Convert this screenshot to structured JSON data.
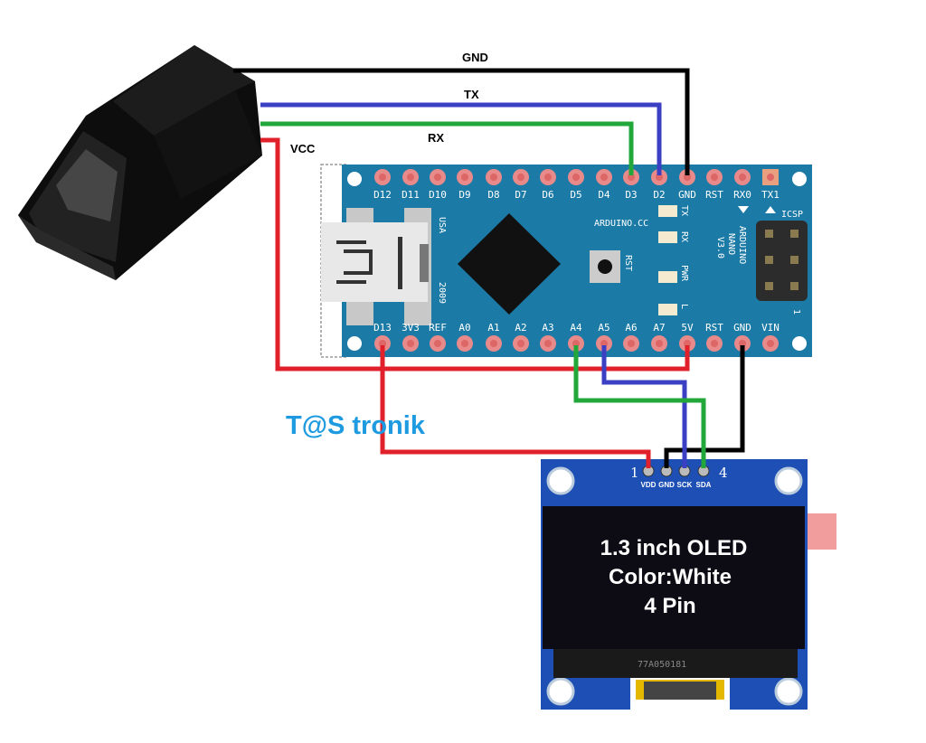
{
  "wires": {
    "gnd_label": "GND",
    "tx_label": "TX",
    "rx_label": "RX",
    "vcc_label": "VCC"
  },
  "arduino": {
    "top_pins": [
      "D12",
      "D11",
      "D10",
      "D9",
      "D8",
      "D7",
      "D6",
      "D5",
      "D4",
      "D3",
      "D2",
      "GND",
      "RST",
      "RX0",
      "TX1"
    ],
    "bottom_pins": [
      "D13",
      "3V3",
      "REF",
      "A0",
      "A1",
      "A2",
      "A3",
      "A4",
      "A5",
      "A6",
      "A7",
      "5V",
      "RST",
      "GND",
      "VIN"
    ],
    "site": "ARDUINO.CC",
    "usa": "USA",
    "year": "2009",
    "rst": "RST",
    "leds": [
      "TX",
      "RX",
      "PWR",
      "L"
    ],
    "model_lines": [
      "ARDUINO",
      "NANO",
      "V3.0"
    ],
    "icsp": "ICSP",
    "icsp_pin1": "1"
  },
  "oled": {
    "pin_first": "1",
    "pin_last": "4",
    "pins": [
      "VDD",
      "GND",
      "SCK",
      "SDA"
    ],
    "lines": [
      "1.3 inch OLED",
      "Color:White",
      "4 Pin"
    ],
    "part_no": "77A050181"
  },
  "brand": "T@S tronik",
  "colors": {
    "board": "#1b7aa6",
    "oled_board": "#1d4fb5",
    "gnd": "#000000",
    "tx": "#3b3fc4",
    "rx": "#22a83a",
    "vcc": "#e0202a",
    "brand": "#1e9be0"
  }
}
